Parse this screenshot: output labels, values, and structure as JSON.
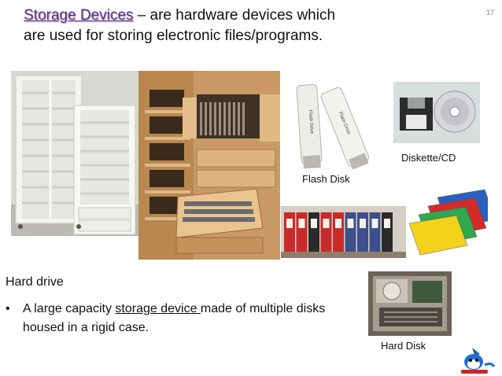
{
  "slide_number": "17",
  "title": {
    "term": "Storage Devices",
    "rest": " – are hardware devices which are used for storing electronic files/programs."
  },
  "captions": {
    "flash": "Flash Disk",
    "diskette": "Diskette/CD",
    "hard_disk": "Hard Disk"
  },
  "flash_label": "Flash Drive",
  "body": {
    "heading": "Hard drive",
    "bullet": "•",
    "before_link": "A large capacity ",
    "link_text": "storage device ",
    "after_link": "made of multiple disks housed in a rigid case."
  },
  "colors": {
    "title_term": "#6a2c95",
    "binders": [
      "#c92a2a",
      "#c92a2a",
      "#2a2a2a",
      "#c92a2a",
      "#c92a2a",
      "#3d4f8c",
      "#3d4f8c",
      "#3d4f8c",
      "#2a2a2a"
    ],
    "folders": [
      "#f2d21b",
      "#2fa84f",
      "#d42a2a",
      "#2a5fbf"
    ]
  }
}
